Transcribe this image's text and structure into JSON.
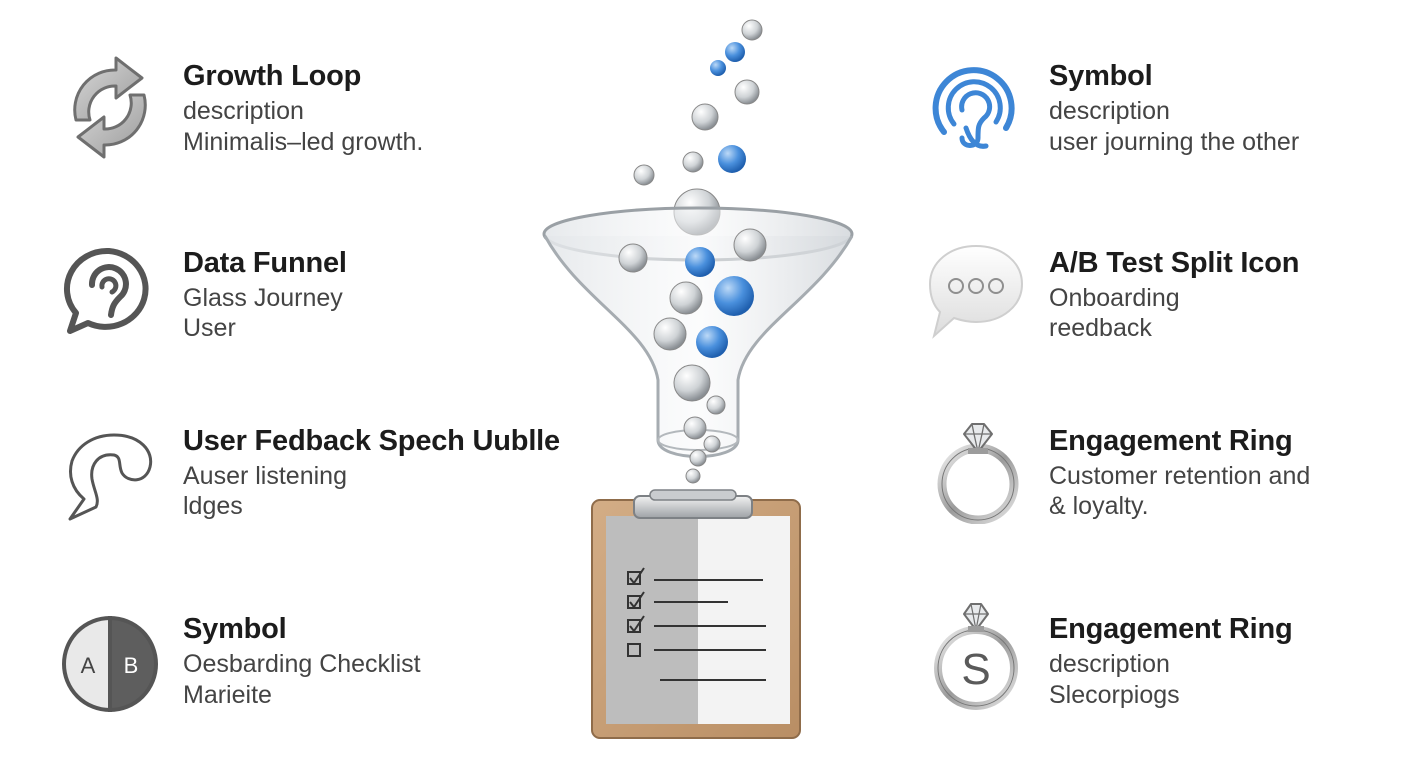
{
  "left_items": [
    {
      "title": "Growth Loop",
      "lines": [
        "description",
        "Minimalis–led growth."
      ],
      "icon": "growth-loop-arrows-icon"
    },
    {
      "title": "Data Funnel",
      "lines": [
        "Glass Journey",
        "User"
      ],
      "icon": "ear-speech-bubble-icon"
    },
    {
      "title": "User Fedback Spech Uublle",
      "lines": [
        "Auser listening",
        "ldges"
      ],
      "icon": "speech-bubble-outline-icon"
    },
    {
      "title": "Symbol",
      "lines": [
        "Oesbarding Checklist",
        "Marieite"
      ],
      "icon": "ab-split-circle-icon"
    }
  ],
  "right_items": [
    {
      "title": "Symbol",
      "lines": [
        "description",
        "user journing the other"
      ],
      "icon": "ear-symbol-blue-icon"
    },
    {
      "title": "A/B Test Split Icon",
      "lines": [
        "Onboarding",
        "reedback"
      ],
      "icon": "speech-bubble-dots-icon"
    },
    {
      "title": "Engagement Ring",
      "lines": [
        "Customer retention and",
        "& loyalty."
      ],
      "icon": "diamond-ring-icon"
    },
    {
      "title": "Engagement Ring",
      "lines": [
        "description",
        "Slecorpiogs"
      ],
      "icon": "diamond-ring-s-icon"
    }
  ],
  "icons": {
    "ab_left": "A",
    "ab_right": "B",
    "ring_letter": "S"
  },
  "colors": {
    "accent_blue": "#3d86d6",
    "icon_gray": "#555555",
    "clipboard_wood": "#c7a07a"
  }
}
